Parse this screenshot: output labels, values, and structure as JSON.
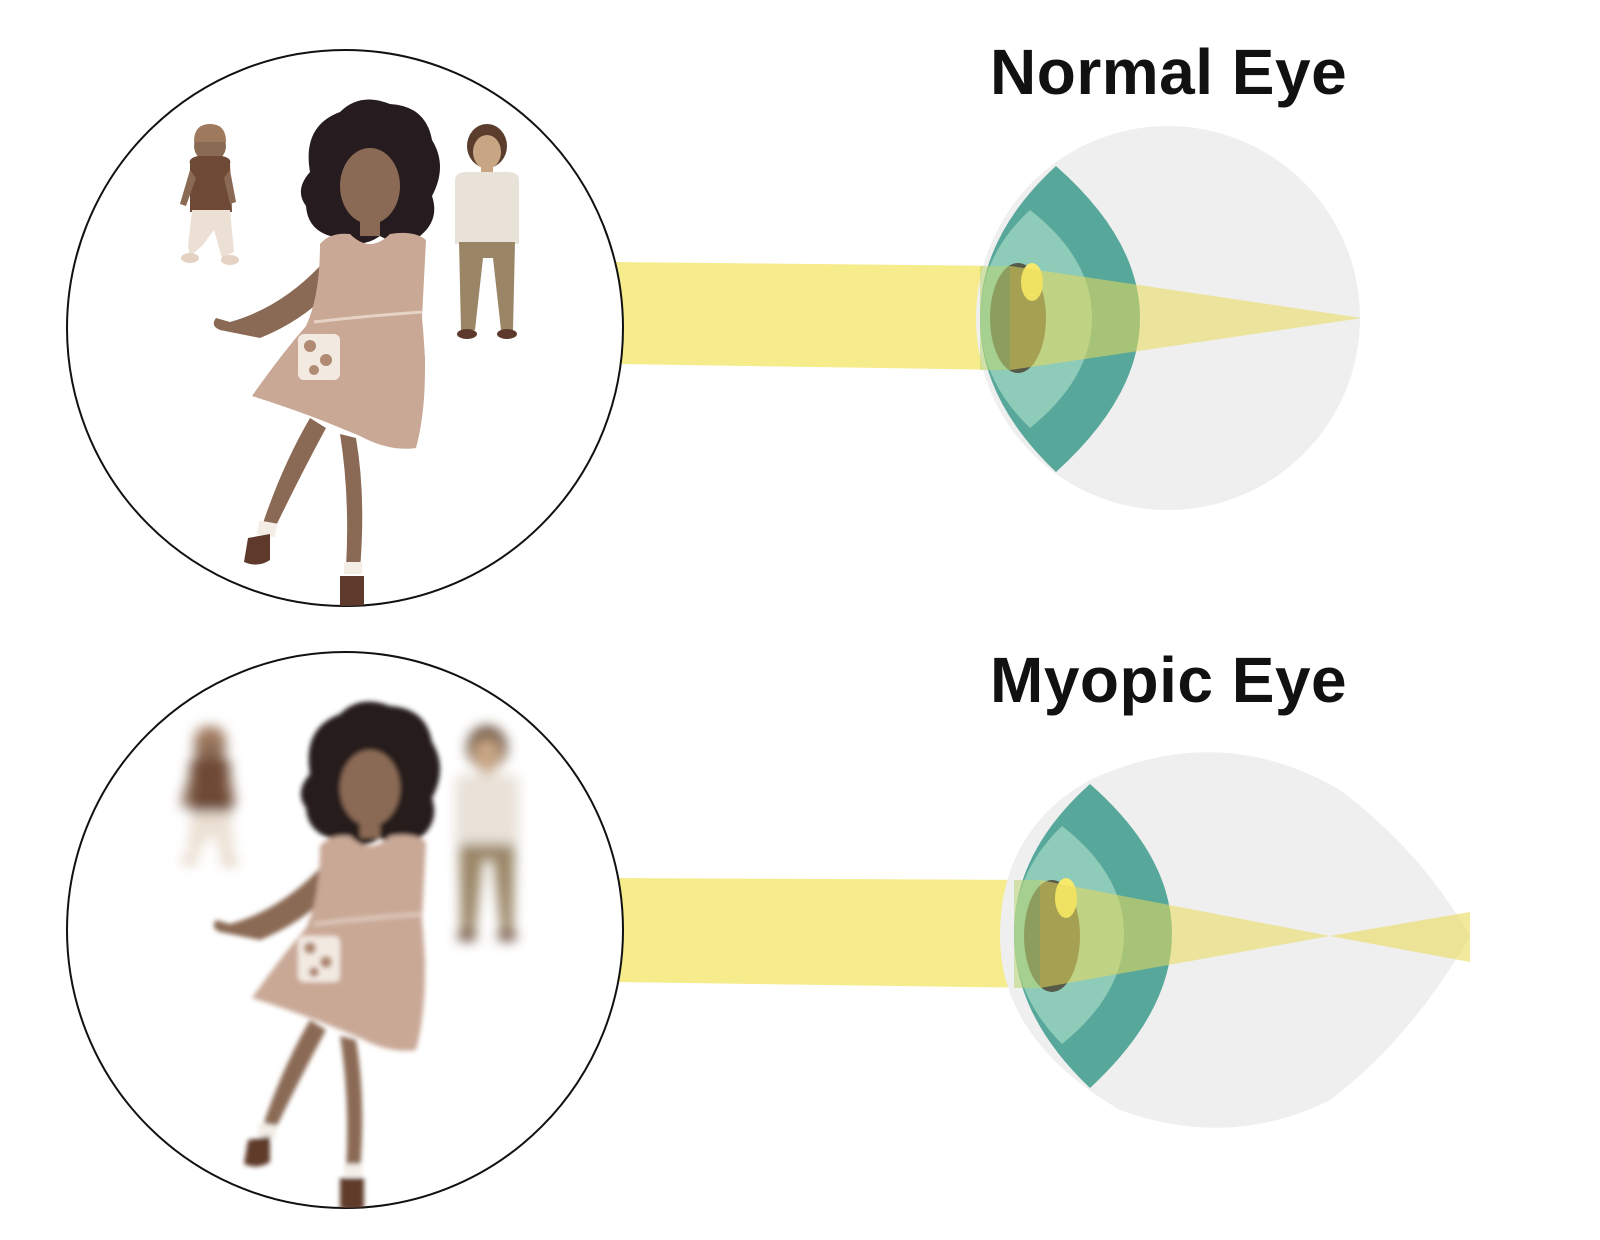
{
  "panels": {
    "normal": {
      "title": "Normal Eye",
      "scene_focus": "sharp"
    },
    "myopic": {
      "title": "Myopic Eye",
      "scene_focus": "blurred"
    }
  },
  "colors": {
    "light_beam": "#f6ec8c",
    "cornea_outer": "#58a79b",
    "cornea_inner": "#8ecbb8",
    "eyeball": "#efefef",
    "pupil": "#565a49",
    "highlight": "#f7e96a",
    "skin": "#8b6a55",
    "hair": "#261c1f",
    "dress": "#c9a896",
    "shoe": "#5e3a2c",
    "toddler_top": "#6e4a36",
    "toddler_pants": "#ebe0d3",
    "boy_shirt": "#e9e2d8",
    "boy_pants": "#9a8566",
    "boy_skin": "#c8a684",
    "boy_hair": "#5a3d2c"
  },
  "icons": [
    "eyeball-icon",
    "person-figure"
  ]
}
